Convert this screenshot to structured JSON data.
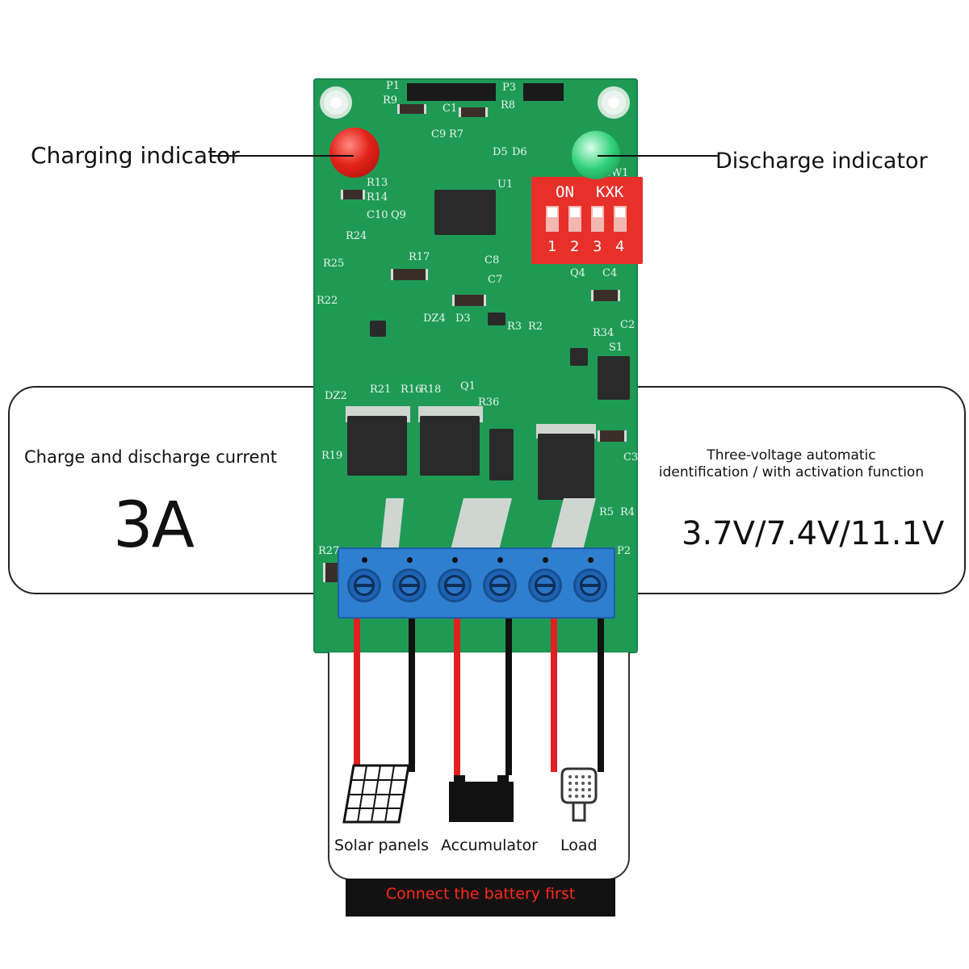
{
  "callouts": {
    "charging_indicator": "Charging indicator",
    "discharge_indicator": "Discharge indicator",
    "current_label": "Charge and discharge current",
    "current_value": "3A",
    "voltage_label_line1": "Three-voltage automatic",
    "voltage_label_line2": "identification / with activation function",
    "voltage_value": "3.7V/7.4V/11.1V"
  },
  "board": {
    "dip_switch": {
      "on_label": "ON",
      "brand_label": "KXK",
      "numbers": [
        "1",
        "2",
        "3",
        "4"
      ]
    },
    "silkscreen": [
      "P1",
      "P3",
      "R9",
      "R8",
      "C1",
      "R7",
      "C9",
      "D6",
      "D5",
      "R13",
      "R14",
      "U1",
      "C10",
      "Q9",
      "R24",
      "R17",
      "C8",
      "C7",
      "R25",
      "Q4",
      "R22",
      "C4",
      "R34",
      "C2",
      "DZ4",
      "D3",
      "R3",
      "R2",
      "S1",
      "DZ2",
      "R21",
      "R16",
      "R18",
      "Q1",
      "R36",
      "R19",
      "C3",
      "R5",
      "R4",
      "R27",
      "P2",
      "SW1"
    ]
  },
  "connections": {
    "labels": [
      "Solar panels",
      "Accumulator",
      "Load"
    ],
    "warning": "Connect the battery first"
  },
  "colors": {
    "pcb": "#1f9a55",
    "terminal": "#2f7fd0",
    "charging_led": "#e3231b",
    "discharge_led": "#2fd07a",
    "dip_switch": "#e8302a",
    "wire_positive": "#e02020",
    "wire_negative": "#111111",
    "warning_text": "#ff2a1a"
  },
  "icons": [
    "solar-panel-icon",
    "battery-icon",
    "lamp-icon"
  ]
}
